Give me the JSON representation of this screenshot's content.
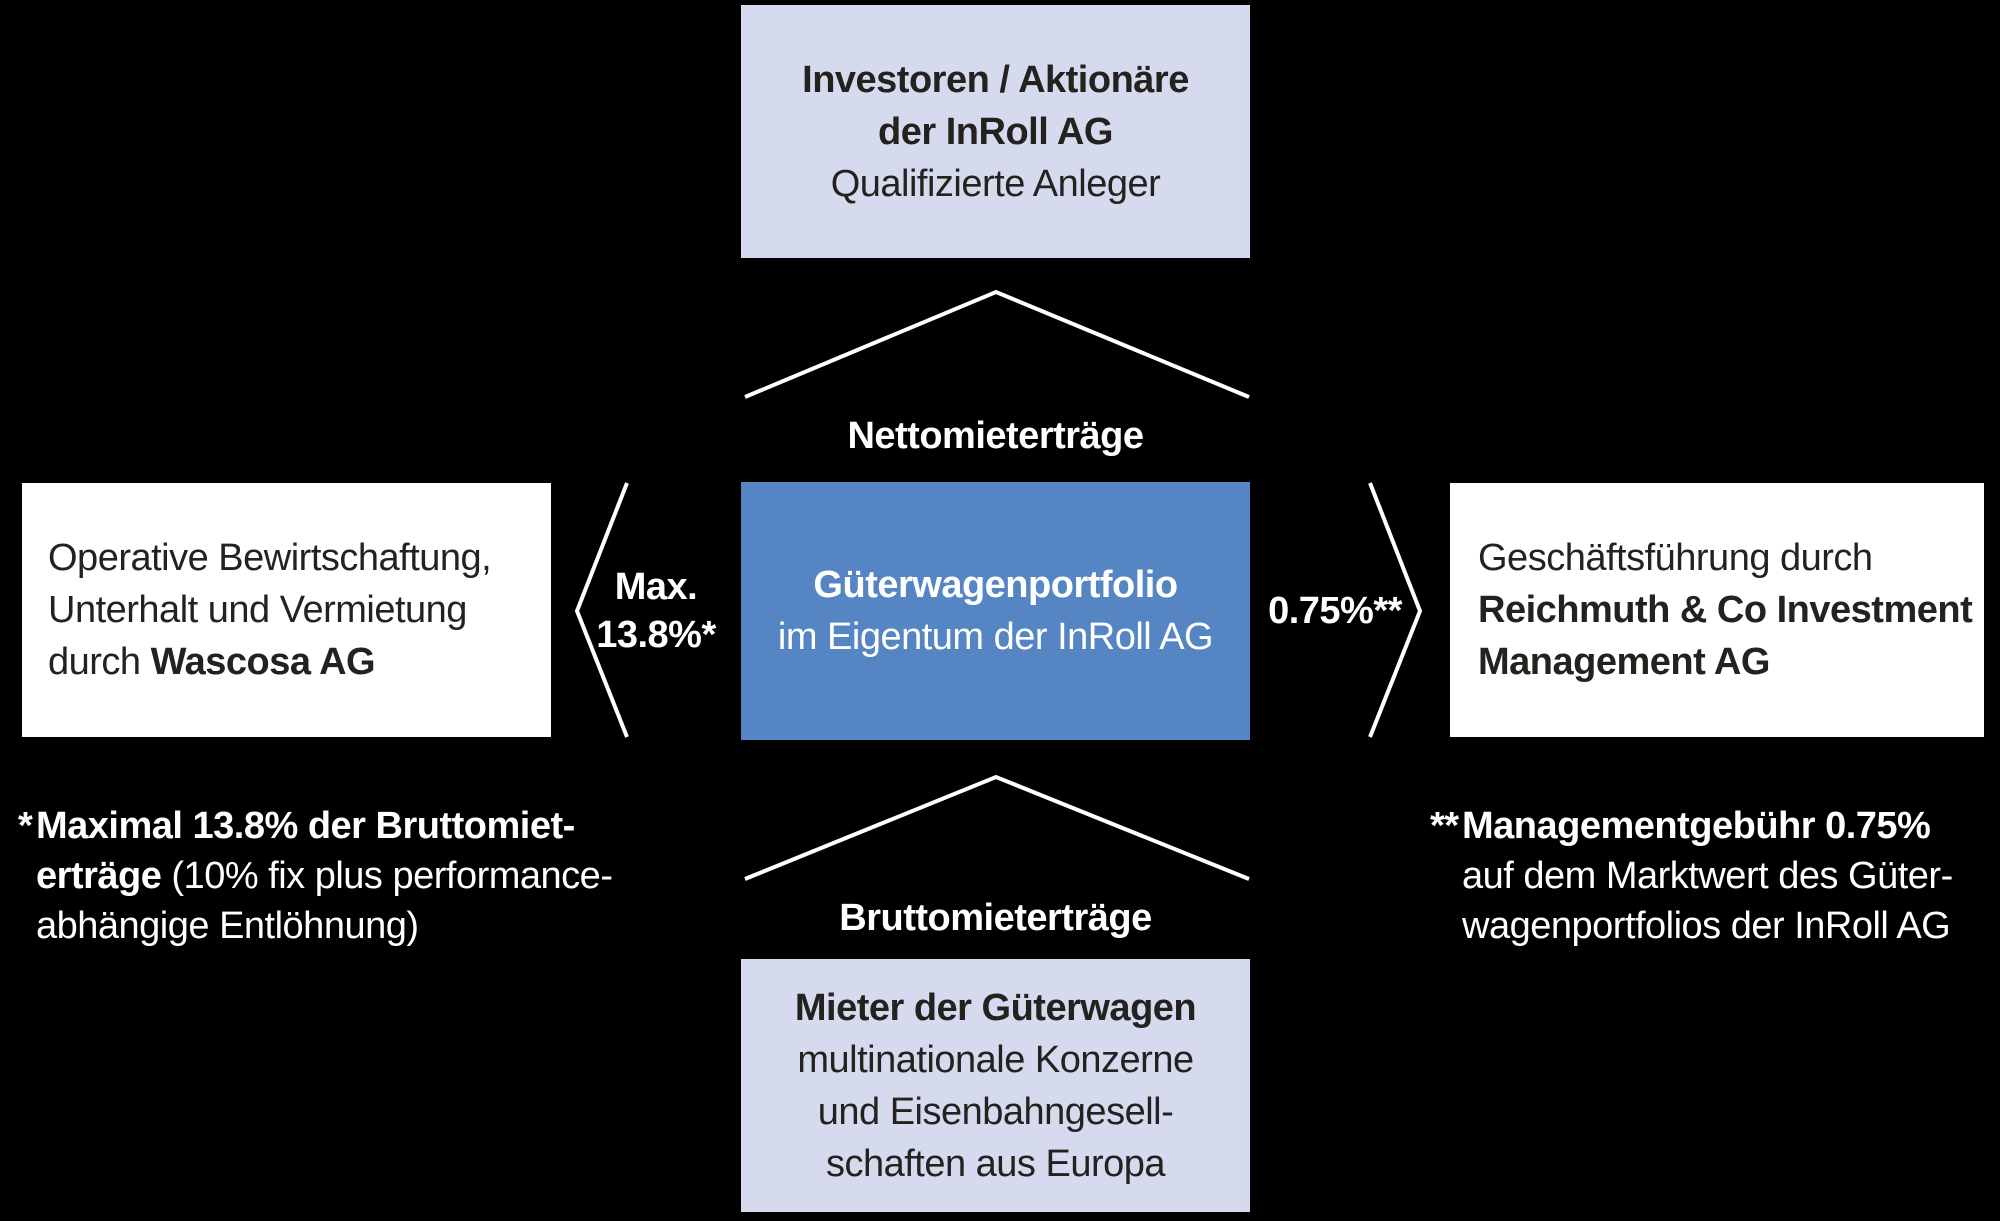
{
  "colors": {
    "background": "#000000",
    "box_lavender": "#d6daee",
    "box_blue": "#5586c3",
    "box_white": "#ffffff",
    "text_dark": "#24221f",
    "text_light": "#ffffff"
  },
  "boxes": {
    "investors": {
      "line1": "Investoren / Aktionäre",
      "line2": "der InRoll AG",
      "line3": "Qualifizierte Anleger"
    },
    "portfolio": {
      "line1": "Güterwagenportfolio",
      "line2": "im Eigentum der InRoll AG"
    },
    "operator": {
      "line1": "Operative Bewirtschaftung,",
      "line2": "Unterhalt und Vermietung",
      "line3_prefix": "durch ",
      "line3_company": "Wascosa AG"
    },
    "manager": {
      "line1": "Geschäftsführung durch",
      "line2": "Reichmuth & Co Investment",
      "line3": "Management AG"
    },
    "tenants": {
      "line1": "Mieter der Güterwagen",
      "line2": "multinationale Konzerne",
      "line3": "und Eisenbahngesell-",
      "line4": "schaften aus Europa"
    }
  },
  "flows": {
    "net_rent_label": "Nettomieterträge",
    "gross_rent_label": "Bruttomieterträge",
    "operator_fee_line1": "Max.",
    "operator_fee_line2": "13.8%*",
    "management_fee": "0.75%**"
  },
  "footnotes": {
    "left": {
      "marker": "*",
      "line1_bold": "Maximal 13.8% der Bruttomiet-",
      "line2_bold": "erträge",
      "line2_rest": " (10% fix plus performance-",
      "line3": "abhängige Entlöhnung)"
    },
    "right": {
      "marker": "**",
      "line1_bold": "Managementgebühr 0.75%",
      "line2": "auf dem Marktwert des Güter-",
      "line3": "wagenportfolios der InRoll AG"
    }
  }
}
